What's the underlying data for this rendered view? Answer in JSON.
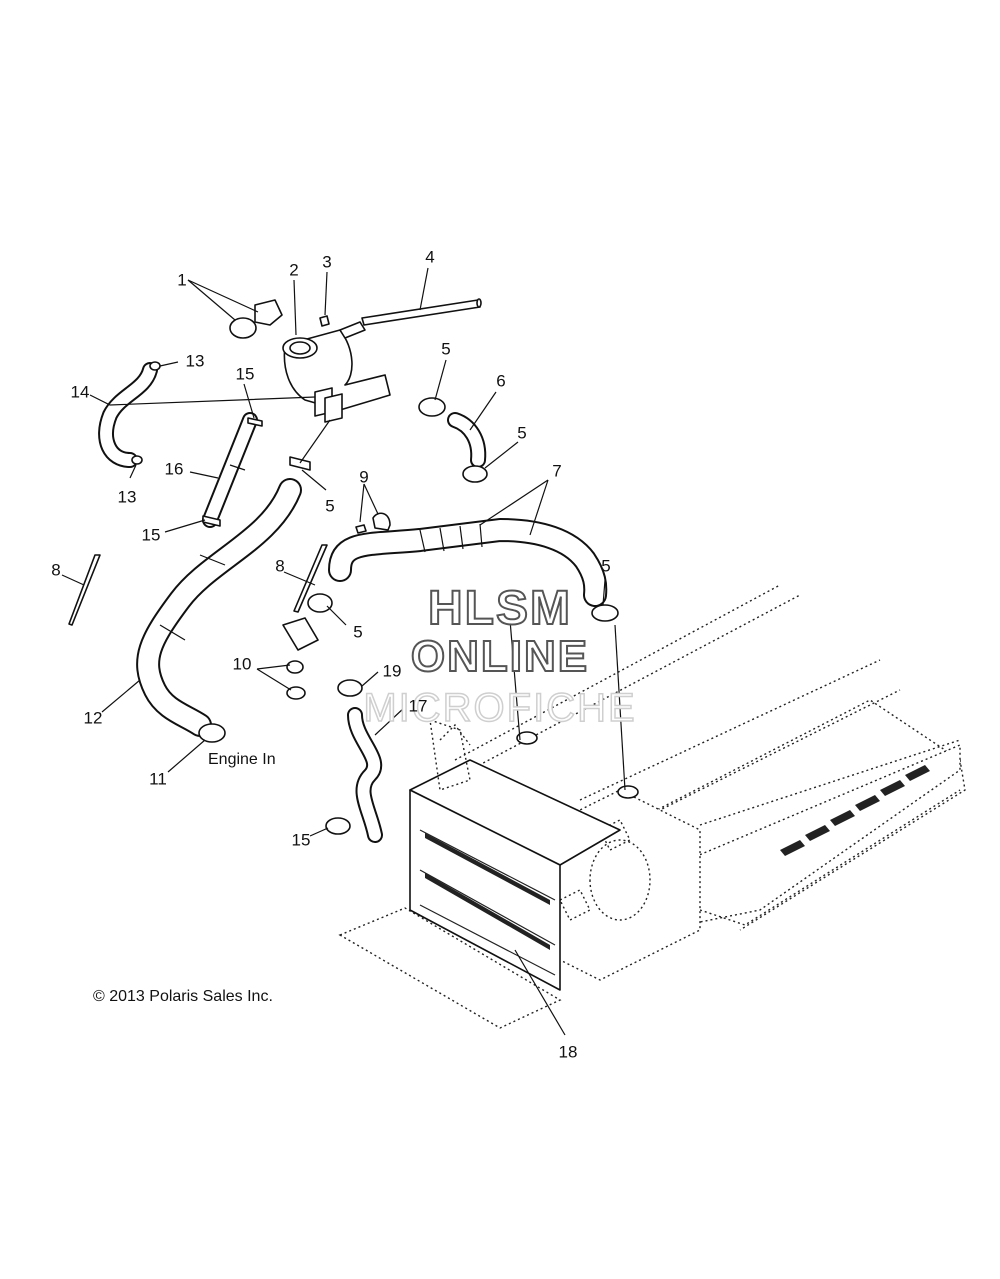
{
  "callouts": [
    {
      "id": "c1",
      "label": "1"
    },
    {
      "id": "c2",
      "label": "2"
    },
    {
      "id": "c3",
      "label": "3"
    },
    {
      "id": "c4",
      "label": "4"
    },
    {
      "id": "c5a",
      "label": "5"
    },
    {
      "id": "c6",
      "label": "6"
    },
    {
      "id": "c5b",
      "label": "5"
    },
    {
      "id": "c13a",
      "label": "13"
    },
    {
      "id": "c14",
      "label": "14"
    },
    {
      "id": "c15a",
      "label": "15"
    },
    {
      "id": "c13b",
      "label": "13"
    },
    {
      "id": "c16",
      "label": "16"
    },
    {
      "id": "c5c",
      "label": "5"
    },
    {
      "id": "c9",
      "label": "9"
    },
    {
      "id": "c7",
      "label": "7"
    },
    {
      "id": "c15b",
      "label": "15"
    },
    {
      "id": "c8a",
      "label": "8"
    },
    {
      "id": "c8b",
      "label": "8"
    },
    {
      "id": "c5d",
      "label": "5"
    },
    {
      "id": "c5e",
      "label": "5"
    },
    {
      "id": "c10",
      "label": "10"
    },
    {
      "id": "c19",
      "label": "19"
    },
    {
      "id": "c17",
      "label": "17"
    },
    {
      "id": "c12",
      "label": "12"
    },
    {
      "id": "c11",
      "label": "11"
    },
    {
      "id": "c15c",
      "label": "15"
    },
    {
      "id": "c18",
      "label": "18"
    }
  ],
  "notes": {
    "engine_in": "Engine In",
    "copyright": "© 2013 Polaris Sales Inc."
  },
  "watermark": {
    "line1": "HLSM",
    "line2": "ONLINE",
    "line3": "MICROFICHE"
  }
}
